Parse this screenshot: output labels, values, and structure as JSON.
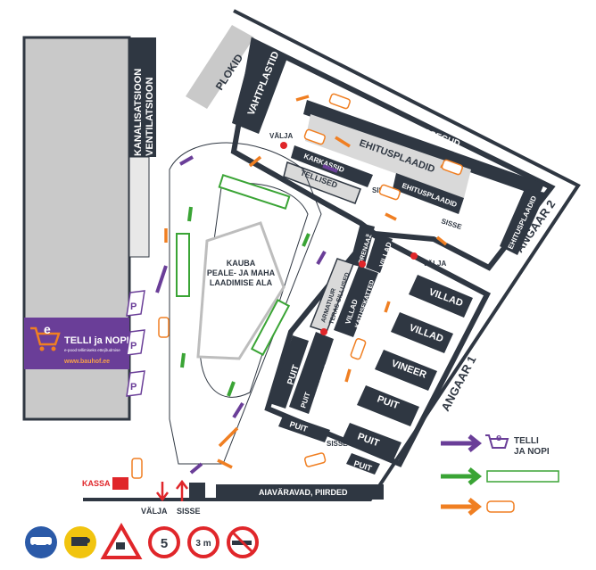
{
  "colors": {
    "building": "#2f3742",
    "road": "#ffffff",
    "outline": "#2f3742",
    "grey_block": "#c9c9c9",
    "light_grey": "#d9d9d9",
    "purple": "#6a3e98",
    "green": "#3aa435",
    "orange": "#f07f22",
    "red": "#e0262a"
  },
  "left_building": {
    "vertical_label_1": "KANALISATSIOON",
    "vertical_label_2": "VENTILATSIOON"
  },
  "telli_banner": {
    "title": "TELLI ja NOPI",
    "subtitle": "e-pood tellimiseks ettejõudmise",
    "url": "www.bauhof.ee"
  },
  "zones": {
    "plokid": "PLOKID",
    "vahtplastid": "VAHTPLASTID",
    "ehitussegud": "EHITUSSEGUD",
    "ehitusplaadid_top": "EHITUSPLAADID",
    "ehitusplaadid_inner": "EHITUSPLAADID",
    "ehitusplaadid_right": "EHITUSPLAADID",
    "karkassid": "KARKASSID",
    "tellised": "TELLISED",
    "angaar2": "ANGAAR 2",
    "angaar1": "ANGAAR 1",
    "drenaaz": "DRENAAŽ",
    "villad_small": "VILLAD",
    "villad_1": "VILLAD",
    "villad_2": "VILLAD",
    "vineer": "VINEER",
    "puit_1": "PUIT",
    "puit_2": "PUIT",
    "puit_3": "PUIT",
    "puit_4": "PUIT",
    "puit_5": "PUIT",
    "armatuur": "ARMATUUR",
    "terassilused": "TERAS-SILLUSED",
    "villad_katusekatted_1": "VILLAD",
    "villad_katusekatted_2": "KATUSEKATTED",
    "puit_katusekatted_1": "PUIT",
    "puit_katusekatted_2": "KATUSEKATTED",
    "aiavaravad": "AIAVÄRAVAD, PIIRDED",
    "loading_1": "KAUBA",
    "loading_2": "PEALE- JA MAHA",
    "loading_3": "LAADIMISE ALA"
  },
  "gates": {
    "valja_top": "VÄLJA",
    "sisse_mid": "SISSE",
    "sisse_right": "SISSE",
    "valja_right": "VÄLJA",
    "sisse_bottom": "SISSE",
    "kassa": "KASSA",
    "valja_entry": "VÄLJA",
    "sisse_entry": "SISSE"
  },
  "parking": [
    "P",
    "P",
    "P"
  ],
  "legend": {
    "telli_1": "TELLI",
    "telli_2": "JA NOPI",
    "route_purple": "Telli ja Nopi",
    "route_green": "truck",
    "route_orange": "car"
  },
  "signs": [
    {
      "icon": "car-sign-icon",
      "text": ""
    },
    {
      "icon": "camera-sign-icon",
      "text": ""
    },
    {
      "icon": "forklift-warning-icon",
      "text": ""
    },
    {
      "icon": "speed-limit-icon",
      "text": "5"
    },
    {
      "icon": "height-limit-icon",
      "text": "3 m"
    },
    {
      "icon": "no-smoking-icon",
      "text": ""
    }
  ]
}
